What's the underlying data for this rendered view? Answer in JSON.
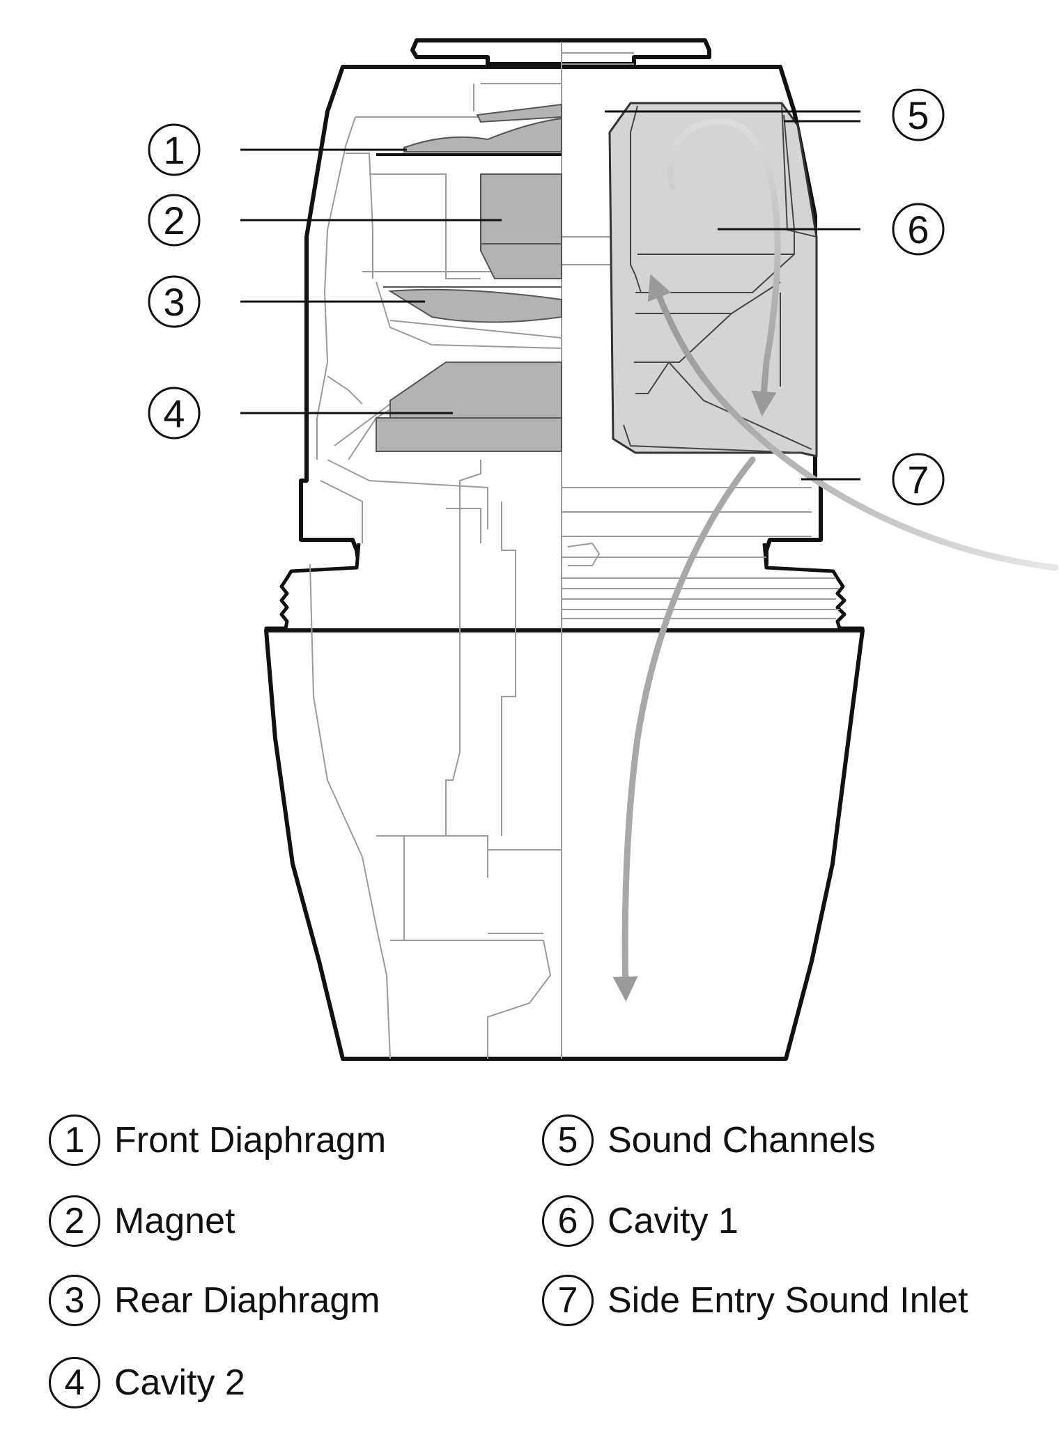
{
  "diagram": {
    "callouts": [
      {
        "number": "1",
        "label": "Front Diaphragm"
      },
      {
        "number": "2",
        "label": "Magnet"
      },
      {
        "number": "3",
        "label": "Rear Diaphragm"
      },
      {
        "number": "4",
        "label": "Cavity 2"
      },
      {
        "number": "5",
        "label": "Sound Channels"
      },
      {
        "number": "6",
        "label": "Cavity 1"
      },
      {
        "number": "7",
        "label": "Side Entry Sound Inlet"
      }
    ],
    "colors": {
      "outline": "#111111",
      "part_fill": "#b3b3b3",
      "cavity_fill": "#d4d4d4",
      "arrow": "#a0a0a0",
      "thin_line": "#9a9a9a"
    }
  }
}
